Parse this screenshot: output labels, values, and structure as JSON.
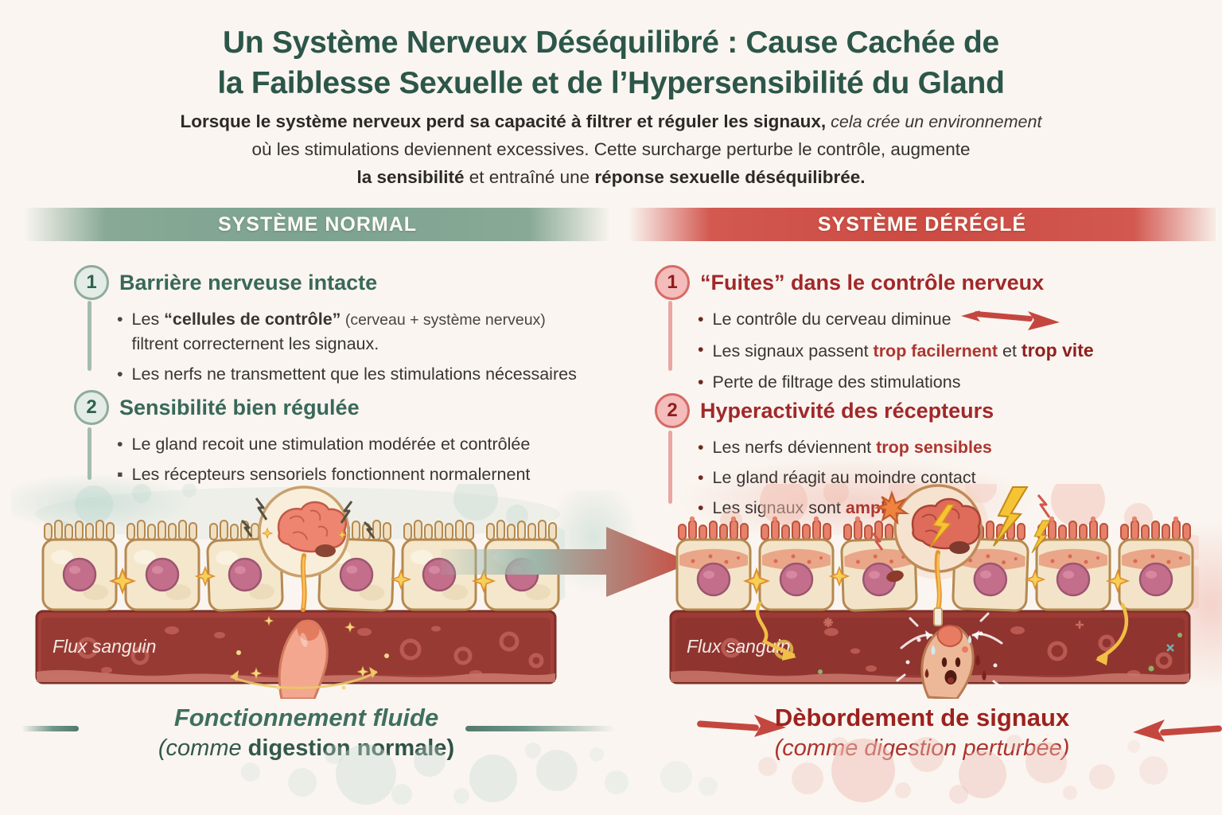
{
  "title": {
    "line1": "Un Système Nerveux Déséquilibré : Cause Cachée de",
    "line2": "la Faiblesse Sexuelle et de l’Hypersensibilité du Gland"
  },
  "intro": {
    "l1_strong": "Lorsque le système nerveux perd sa capacité à filtrer et réguler les signaux,",
    "l1_italic": " cela crée un environnement",
    "l2": "où les stimulations deviennent excessives. Cette surcharge perturbe le contrôle, augmente",
    "l3_strong1": "la sensibilité",
    "l3_mid": " et entraîné une ",
    "l3_strong2": "réponse sexuelle déséquilibrée."
  },
  "normal": {
    "header": "SYSTÈME NORMAL",
    "section1": {
      "num": "1",
      "title": "Barrière nerveuse intacte",
      "b1_pre": "Les ",
      "b1_strong": "“cellules de contrôle”",
      "b1_note": " (cerveau + système nerveux)",
      "b1_line2": "filtrent correcternent les signaux.",
      "b2": "Les nerfs ne transmettent que les stimulations nécessaires"
    },
    "section2": {
      "num": "2",
      "title": "Sensibilité bien régulée",
      "b1": "Le gland recoit une stimulation modérée et contrôlée",
      "b2": "Les récepteurs sensoriels fonctionnent normalernent"
    },
    "flux_label": "Flux sanguin",
    "caption1": "Fonctionnement fluide",
    "caption2_italic": "(comme ",
    "caption2_mid": "digestion ",
    "caption2_strong": "normale)"
  },
  "deregle": {
    "header": "SYSTÈME DÉRÉGLÉ",
    "section1": {
      "num": "1",
      "title": "“Fuites” dans le contrôle nerveux",
      "b1": "Le contrôle du cerveau diminue",
      "b2_pre": "Les signaux passent ",
      "b2_red": "trop facilernent",
      "b2_mid": " et ",
      "b2_strong": "trop vite",
      "b3": "Perte de filtrage des stimulations"
    },
    "section2": {
      "num": "2",
      "title": "Hyperactivité des récepteurs",
      "b1_pre": "Les nerfs déviennent ",
      "b1_strong": "trop sensibles",
      "b2": "Le gland réagit au moindre contact",
      "b3_pre": "Les signaux sont ",
      "b3_strong": "amplifiés"
    },
    "flux_label": "Flux sanguin",
    "caption1": "Dèbordement de signaux",
    "caption2": "(comme digestion perturbée)"
  },
  "colors": {
    "title_green": "#2c564a",
    "bar_green": "#7ca390",
    "bar_red": "#cc4b43",
    "heading_green": "#39685a",
    "heading_red": "#a1282a",
    "vessel_red": "#a5403a"
  }
}
